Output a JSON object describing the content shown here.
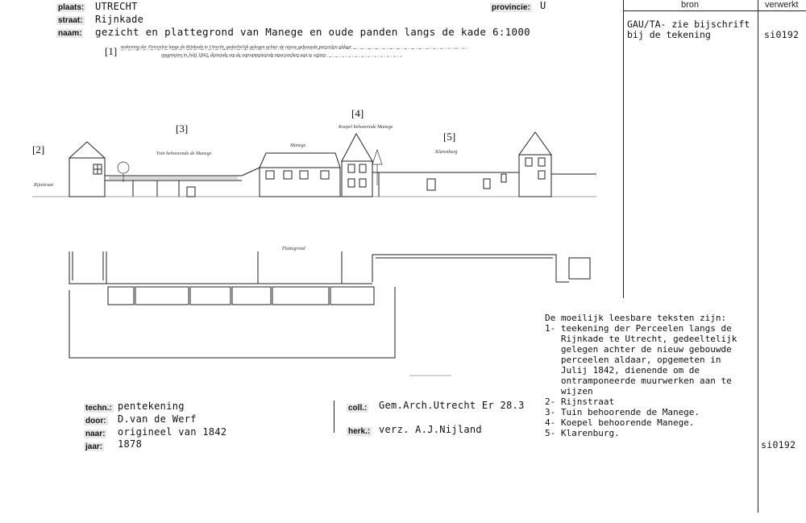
{
  "header": {
    "plaats_label": "plaats:",
    "plaats_value": "UTRECHT",
    "straat_label": "straat:",
    "straat_value": "Rijnkade",
    "naam_label": "naam:",
    "naam_value": "gezicht en plattegrond van Manege en oude panden langs de kade 6:1000",
    "provincie_label": "provincie:",
    "provincie_value": "U"
  },
  "sidebar": {
    "bron_header": "bron",
    "verwerkt_header": "verwerkt",
    "bron_value": "GAU/TA- zie bijschrift\nbij de tekening",
    "verwerkt_value_1": "si0192",
    "verwerkt_value_2": "si0192"
  },
  "drawing": {
    "label_1": "[1]",
    "label_2": "[2]",
    "label_3": "[3]",
    "label_4": "[4]",
    "label_5": "[5]",
    "script_1": "teekening der Perceelen langs de Rijnkade te Utrecht, gedeeltelijk gelegen achter de nieuw gebouwde perceelen aldaar",
    "script_2": "opgemeten in Julij 1842, dienende om de ontramponeerde muurwerken aan te wijzen",
    "script_rijnstraat": "Rijnstraat",
    "script_tuin": "Tuin behoorende de Manege",
    "script_manege": "Manege",
    "script_koepel": "Koepel behoorende Manege",
    "script_klarenburg": "Klarenburg",
    "script_plattegrond": "Plattegrond"
  },
  "notes": {
    "lines": "De moeilijk leesbare teksten zijn:\n1- teekening der Perceelen langs de\n   Rijnkade te Utrecht, gedeeltelijk\n   gelegen achter de nieuw gebouwde\n   perceelen aldaar, opgemeten in\n   Julij 1842, dienende om de\n   ontramponeerde muurwerken aan te\n   wijzen\n2- Rijnstraat\n3- Tuin behoorende de Manege.\n4- Koepel behoorende Manege.\n5- Klarenburg."
  },
  "footer": {
    "techn_label": "techn.:",
    "techn_value": "pentekening",
    "door_label": "door:",
    "door_value": "D.van de Werf",
    "naar_label": "naar:",
    "naar_value": "origineel van 1842",
    "jaar_label": "jaar:",
    "jaar_value": "1878",
    "coll_label": "coll.:",
    "coll_value": "Gem.Arch.Utrecht Er 28.3",
    "herk_label": "herk.:",
    "herk_value": "verz. A.J.Nijland"
  }
}
